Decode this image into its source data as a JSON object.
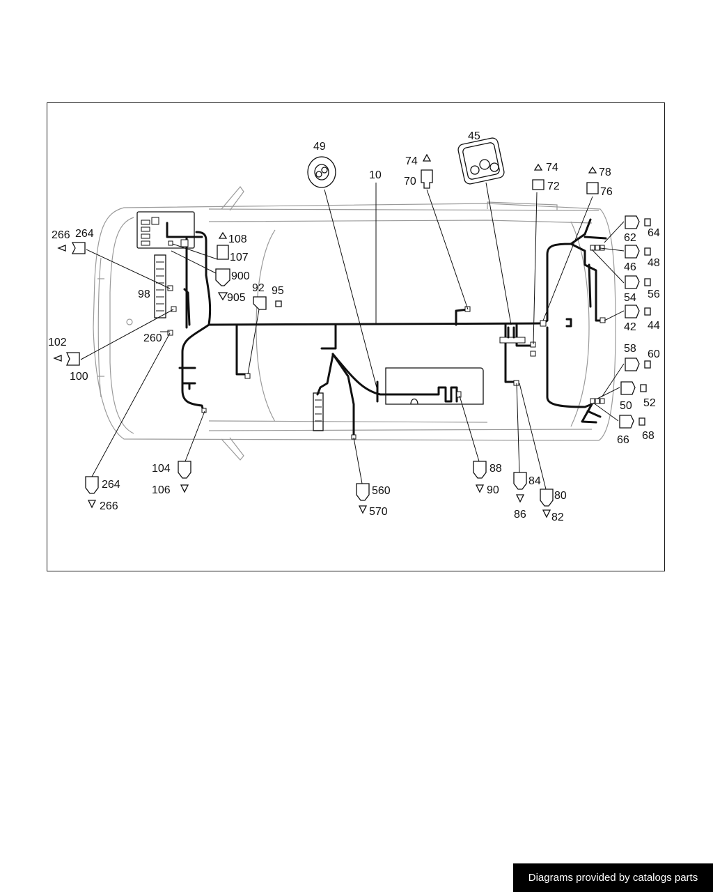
{
  "credit": "Diagrams provided by catalogs parts",
  "callouts": {
    "c10": "10",
    "c45": "45",
    "c49": "49",
    "c74a": "74",
    "c70": "70",
    "c74b": "74",
    "c72": "72",
    "c78": "78",
    "c76": "76",
    "c266a": "266",
    "c264a": "264",
    "c108": "108",
    "c107": "107",
    "c900": "900",
    "c905": "905",
    "c92": "92",
    "c95": "95",
    "c98": "98",
    "c260": "260",
    "c102": "102",
    "c100": "100",
    "c62": "62",
    "c64": "64",
    "c46": "46",
    "c48": "48",
    "c54": "54",
    "c56": "56",
    "c42": "42",
    "c44": "44",
    "c58": "58",
    "c60": "60",
    "c50": "50",
    "c52": "52",
    "c66": "66",
    "c68": "68",
    "c104": "104",
    "c106": "106",
    "c264b": "264",
    "c266b": "266",
    "c560": "560",
    "c570": "570",
    "c88": "88",
    "c90": "90",
    "c84": "84",
    "c86": "86",
    "c80": "80",
    "c82": "82"
  }
}
